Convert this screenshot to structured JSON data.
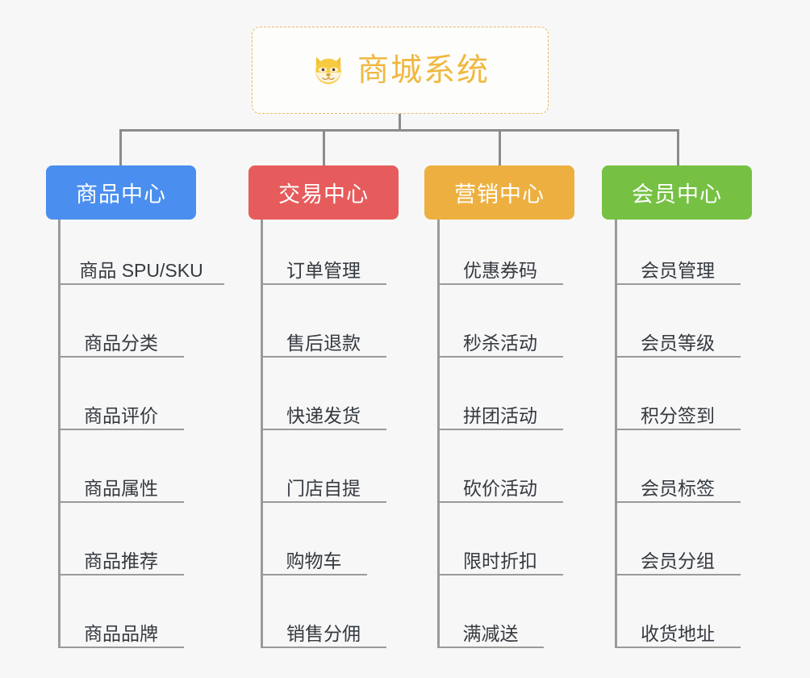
{
  "diagram": {
    "type": "mind-map",
    "background_color": "#f7f7f7",
    "root": {
      "label": "商城系统",
      "icon": "shiba-dog-face-icon",
      "text_color": "#f0b840",
      "border_color": "#e8b96a",
      "background_color": "#fdfdfb"
    },
    "branches": [
      {
        "label": "商品中心",
        "color": "#4a8ef0",
        "items": [
          "商品 SPU/SKU",
          "商品分类",
          "商品评价",
          "商品属性",
          "商品推荐",
          "商品品牌"
        ]
      },
      {
        "label": "交易中心",
        "color": "#e65c5c",
        "items": [
          "订单管理",
          "售后退款",
          "快递发货",
          "门店自提",
          "购物车",
          "销售分佣"
        ]
      },
      {
        "label": "营销中心",
        "color": "#edb040",
        "items": [
          "优惠券码",
          "秒杀活动",
          "拼团活动",
          "砍价活动",
          "限时折扣",
          "满减送"
        ]
      },
      {
        "label": "会员中心",
        "color": "#76c144",
        "items": [
          "会员管理",
          "会员等级",
          "积分签到",
          "会员标签",
          "会员分组",
          "收货地址"
        ]
      }
    ]
  }
}
